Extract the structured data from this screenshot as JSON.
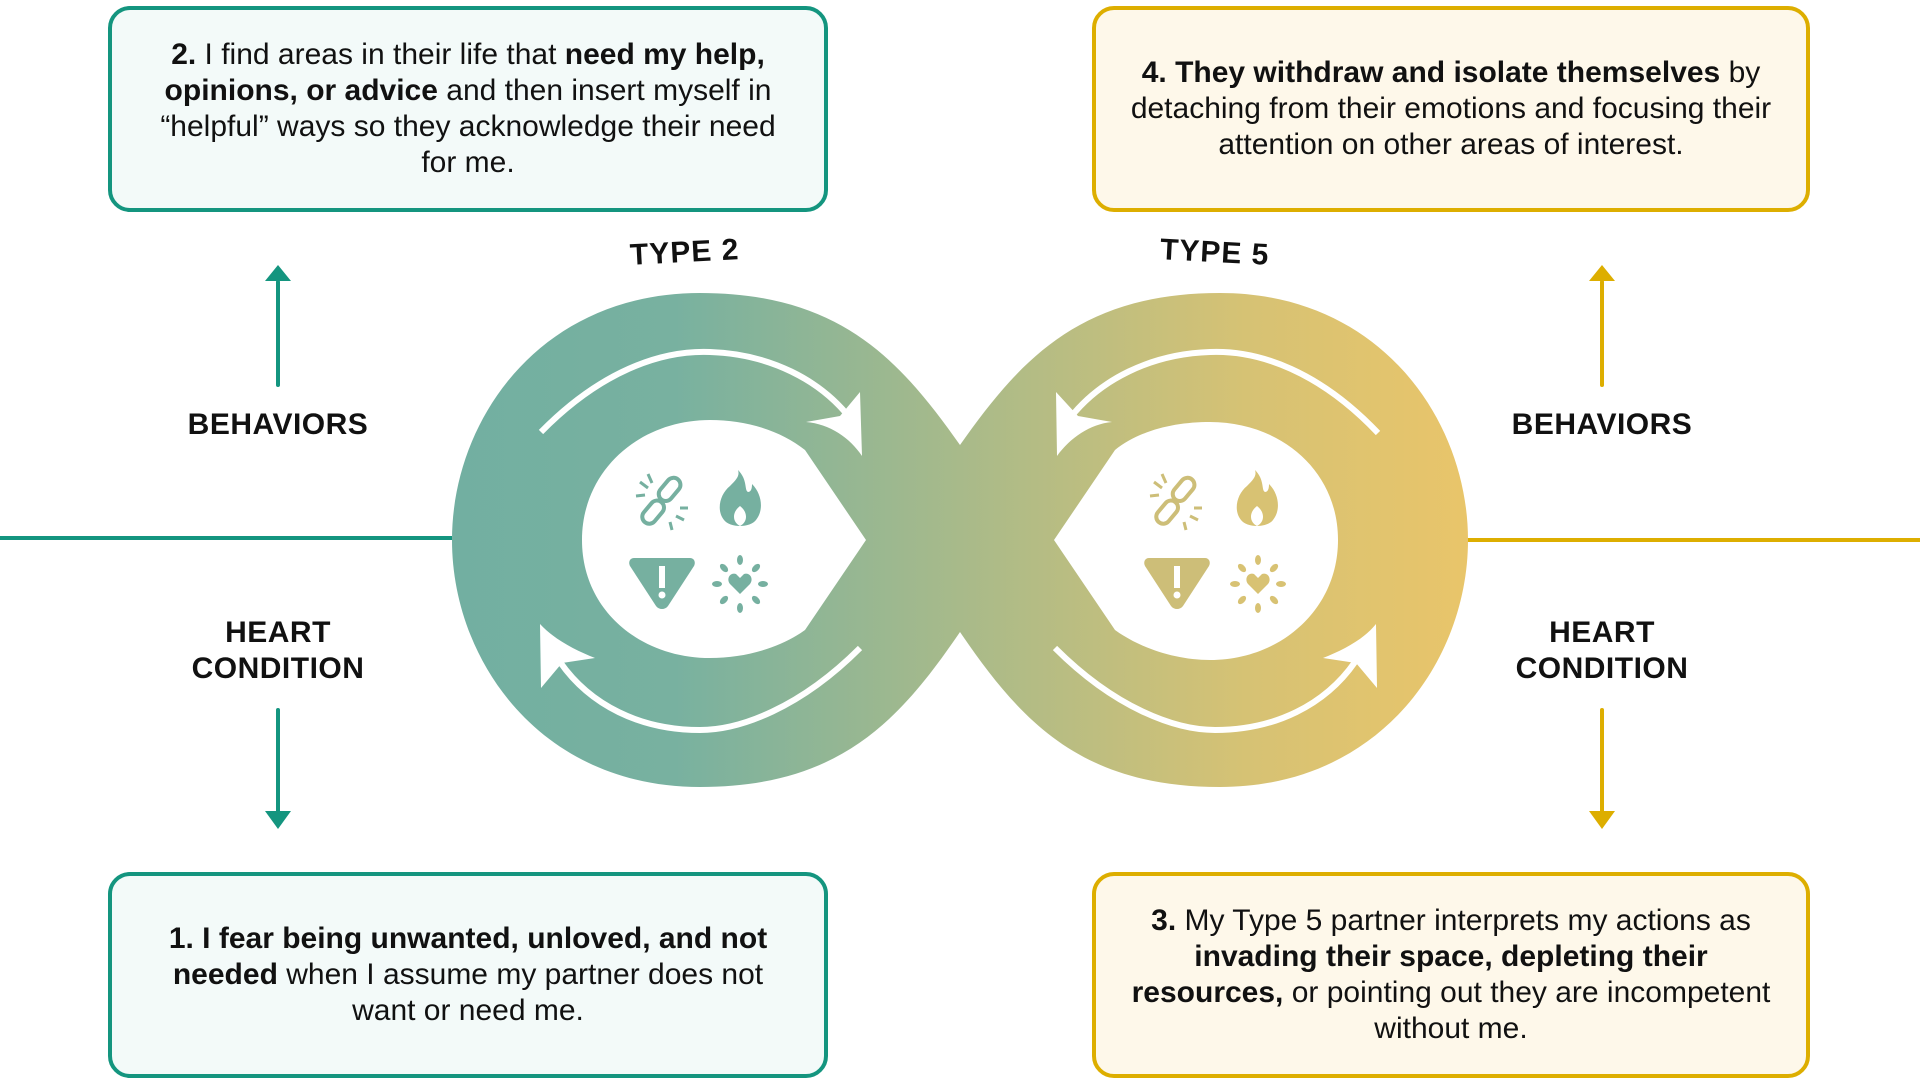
{
  "colors": {
    "type2_accent": "#14957F",
    "type5_accent": "#DDAE00",
    "loop_gradient_start": "#72AFA1",
    "loop_gradient_end": "#E9C56A"
  },
  "loop": {
    "left_title": "TYPE 2",
    "right_title": "TYPE 5",
    "icons": [
      "broken-link-icon",
      "flame-icon",
      "warning-icon",
      "heart-burst-icon"
    ]
  },
  "side_labels": {
    "left_behaviors": "BEHAVIORS",
    "left_heart_line1": "HEART",
    "left_heart_line2": "CONDITION",
    "right_behaviors": "BEHAVIORS",
    "right_heart_line1": "HEART",
    "right_heart_line2": "CONDITION"
  },
  "steps": {
    "step1": {
      "bold1": "1. I fear being unwanted, unloved, and not needed",
      "text1": " when I assume my partner does not want or need me."
    },
    "step2": {
      "bold1": "2.",
      "text1": " I find areas in their life that ",
      "bold2": "need my help, opinions, or advice",
      "text2": " and then insert myself in “helpful” ways so they acknowledge their need for me."
    },
    "step3": {
      "bold1": "3.",
      "text1": " My Type 5 partner interprets my actions as ",
      "bold2": "invading their space, depleting their resources,",
      "text2": " or pointing out they are incompetent without me."
    },
    "step4": {
      "bold1": "4. They withdraw and isolate themselves",
      "text1": " by detaching from their emotions and focusing their attention on other areas of interest."
    }
  }
}
